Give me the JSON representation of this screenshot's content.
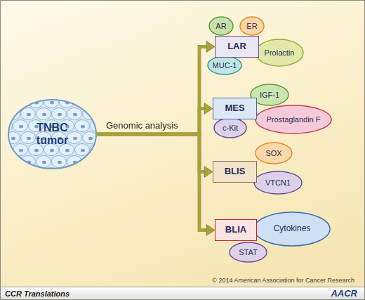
{
  "diagram": {
    "nodes": [
      {
        "text": [
          "TNBC tumor"
        ]
      },
      {
        "text": [
          "LAR"
        ]
      },
      {
        "text": [
          "AR"
        ]
      },
      {
        "text": [
          "ER"
        ]
      },
      {
        "text": [
          "MUC-1"
        ]
      },
      {
        "text": [
          "Prolactin"
        ]
      },
      {
        "text": [
          "MES"
        ]
      },
      {
        "text": [
          "IGF-1"
        ]
      },
      {
        "text": [
          "Prostaglandin F"
        ]
      },
      {
        "text": [
          "c-Kit"
        ]
      },
      {
        "text": [
          "BLIS"
        ]
      },
      {
        "text": [
          "SOX"
        ]
      },
      {
        "text": [
          "VTCN1"
        ]
      },
      {
        "text": [
          "BLIA"
        ]
      },
      {
        "text": [
          "Cytokines"
        ]
      },
      {
        "text": [
          "STAT"
        ]
      }
    ],
    "edges": [
      {
        "from": 0,
        "to": 1,
        "arrow": "to"
      },
      {
        "from": 0,
        "to": 6,
        "arrow": "to"
      },
      {
        "from": 0,
        "to": 10,
        "arrow": "to"
      },
      {
        "from": 0,
        "to": 13,
        "arrow": "to"
      }
    ],
    "labels": [
      "Genomic analysis",
      "© 2014 American Association for Cancer Research",
      "CCR Translations",
      "AACR"
    ]
  }
}
